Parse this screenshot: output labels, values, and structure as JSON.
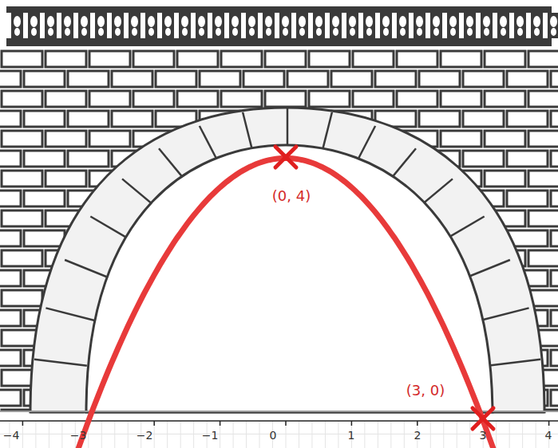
{
  "diagram": {
    "labels": [
      "(0, 4)",
      "(3, 0)",
      "−4",
      "−3",
      "−2",
      "−1",
      "0",
      "1",
      "2",
      "3",
      "4"
    ]
  }
}
